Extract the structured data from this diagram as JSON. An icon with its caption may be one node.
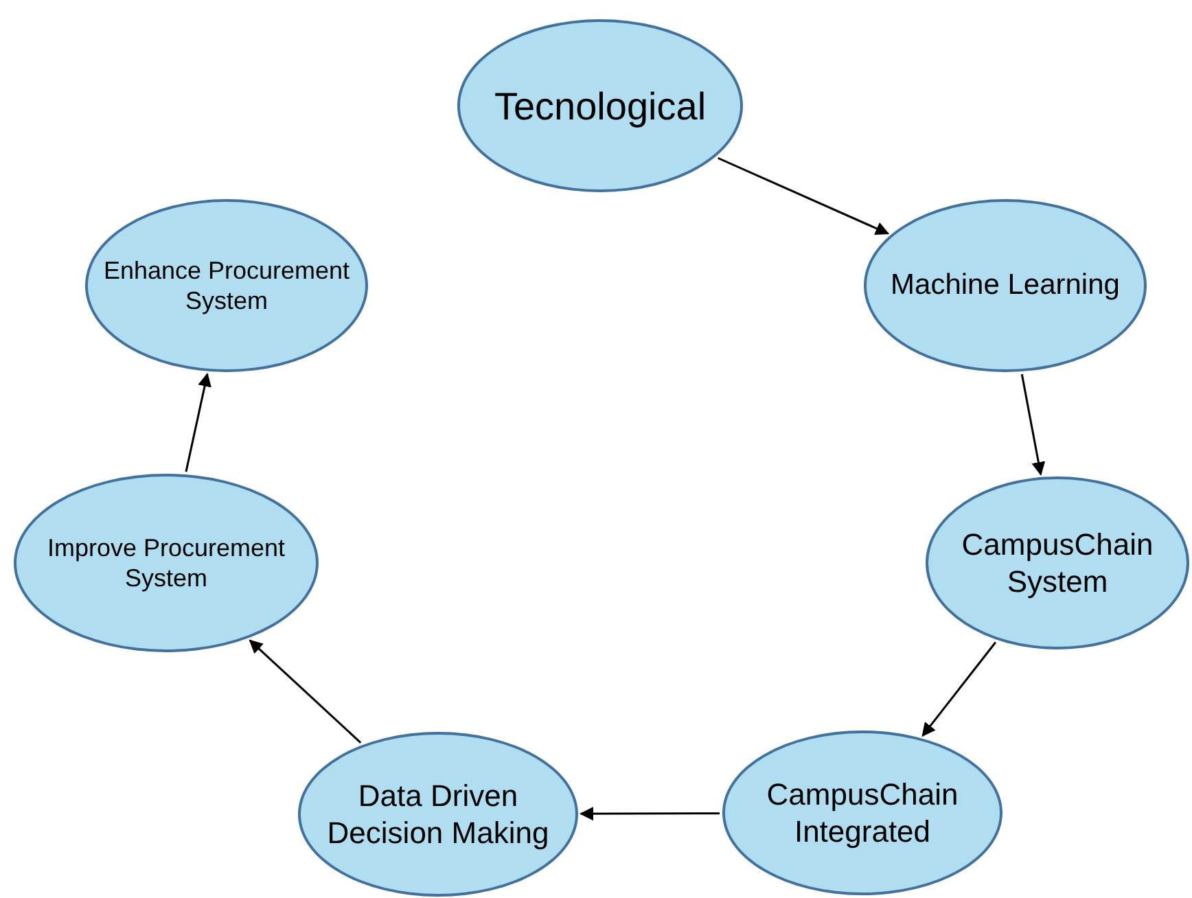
{
  "diagram": {
    "nodes": [
      {
        "text": [
          "Tecnological"
        ]
      },
      {
        "text": [
          "Machine Learning"
        ]
      },
      {
        "text": [
          "CampusChain System"
        ]
      },
      {
        "text": [
          "CampusChain Integrated"
        ]
      },
      {
        "text": [
          "Data Driven Decision Making"
        ]
      },
      {
        "text": [
          "Improve Procurement System"
        ]
      },
      {
        "text": [
          "Enhance Procurement System"
        ]
      }
    ],
    "edges": [
      {
        "from": 0,
        "to": 1,
        "arrow": "to"
      },
      {
        "from": 1,
        "to": 2,
        "arrow": "to"
      },
      {
        "from": 2,
        "to": 3,
        "arrow": "to"
      },
      {
        "from": 3,
        "to": 4,
        "arrow": "to"
      },
      {
        "from": 4,
        "to": 5,
        "arrow": "to"
      },
      {
        "from": 5,
        "to": 6,
        "arrow": "to"
      }
    ]
  }
}
